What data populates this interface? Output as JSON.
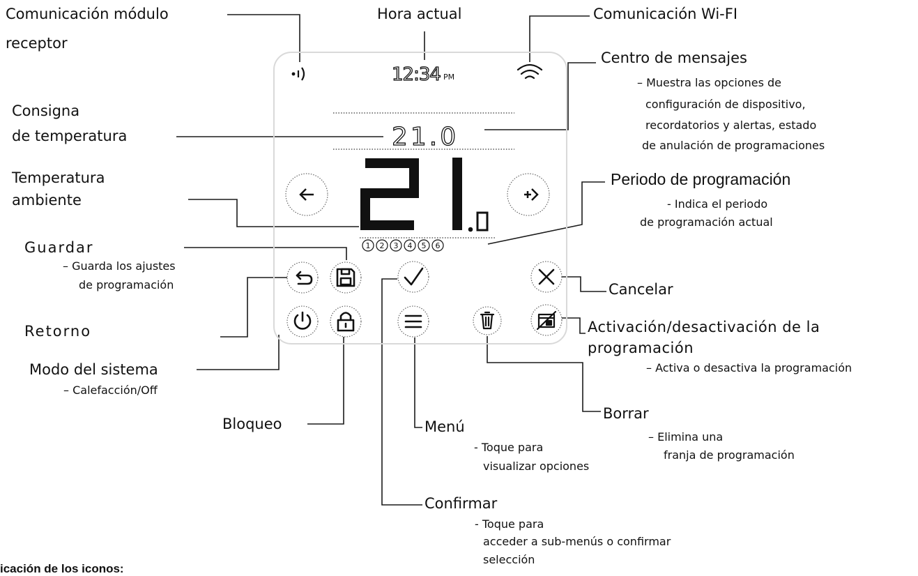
{
  "labels": {
    "comunicacion_modulo": "Comunicación módulo",
    "receptor": "receptor",
    "hora_actual": "Hora actual",
    "wifi": "Comunicación Wi-FI",
    "centro_mensajes": "Centro de mensajes",
    "centro_desc_1": "– Muestra las opciones de",
    "centro_desc_2": "configuración de dispositivo,",
    "centro_desc_3": "recordatorios y alertas, estado",
    "centro_desc_4": "de anulación de programaciones",
    "consigna_1": "Consigna",
    "consigna_2": "de temperatura",
    "temp_amb_1": "Temperatura",
    "temp_amb_2": "ambiente",
    "periodo": "Periodo de programación",
    "periodo_desc_1": "- Indica el periodo",
    "periodo_desc_2": "de programación actual",
    "guardar": "Guardar",
    "guardar_desc_1": "– Guarda los ajustes",
    "guardar_desc_2": "de programación",
    "cancelar": "Cancelar",
    "retorno": "Retorno",
    "activacion_1": "Activación/desactivación de la",
    "activacion_2": "programación",
    "activacion_desc": "– Activa o desactiva la programación",
    "modo": "Modo del sistema",
    "modo_desc": "– Calefacción/Off",
    "bloqueo": "Bloqueo",
    "borrar": "Borrar",
    "borrar_desc_1": "– Elimina una",
    "borrar_desc_2": "franja de programación",
    "menu": "Menú",
    "menu_desc_1": "- Toque para",
    "menu_desc_2": "visualizar opciones",
    "confirmar": "Confirmar",
    "confirmar_desc_1": "- Toque para",
    "confirmar_desc_2": "acceder a sub-menús o confirmar",
    "confirmar_desc_3": "selección",
    "bottom_cut": "icación de los iconos:"
  },
  "display": {
    "time": "12:34",
    "ampm": "PM",
    "setpoint": "21.0",
    "ambient_int": "21",
    "ambient_dec": "0",
    "periods": [
      "1",
      "2",
      "3",
      "4",
      "5",
      "6"
    ]
  },
  "colors": {
    "line": "#1a1a1a",
    "device_border": "#d9d9d9",
    "dotted": "#555555"
  }
}
